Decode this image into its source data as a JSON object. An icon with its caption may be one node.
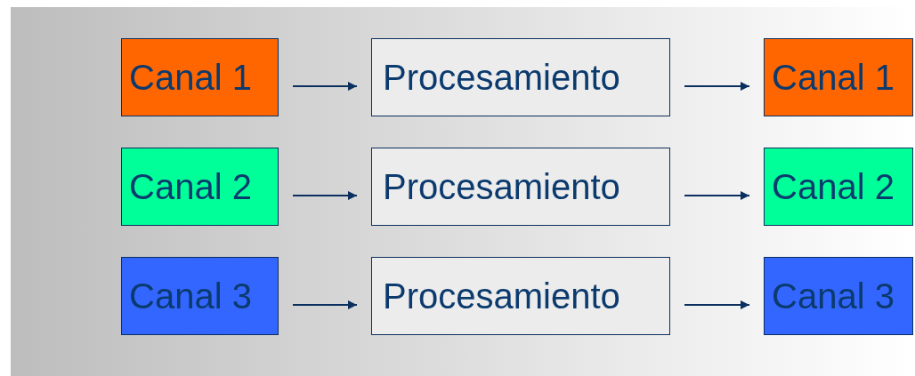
{
  "diagram": {
    "nodes": [
      {
        "text": [
          "Canal 1"
        ]
      },
      {
        "text": [
          "Procesamiento"
        ]
      },
      {
        "text": [
          "Canal 1"
        ]
      },
      {
        "text": [
          "Canal 2"
        ]
      },
      {
        "text": [
          "Procesamiento"
        ]
      },
      {
        "text": [
          "Canal 2"
        ]
      },
      {
        "text": [
          "Canal 3"
        ]
      },
      {
        "text": [
          "Procesamiento"
        ]
      },
      {
        "text": [
          "Canal 3"
        ]
      }
    ],
    "edges": [
      {
        "from": 0,
        "to": 1,
        "arrow": "to"
      },
      {
        "from": 1,
        "to": 2,
        "arrow": "to"
      },
      {
        "from": 3,
        "to": 4,
        "arrow": "to"
      },
      {
        "from": 4,
        "to": 5,
        "arrow": "to"
      },
      {
        "from": 6,
        "to": 7,
        "arrow": "to"
      },
      {
        "from": 7,
        "to": 8,
        "arrow": "to"
      }
    ]
  }
}
